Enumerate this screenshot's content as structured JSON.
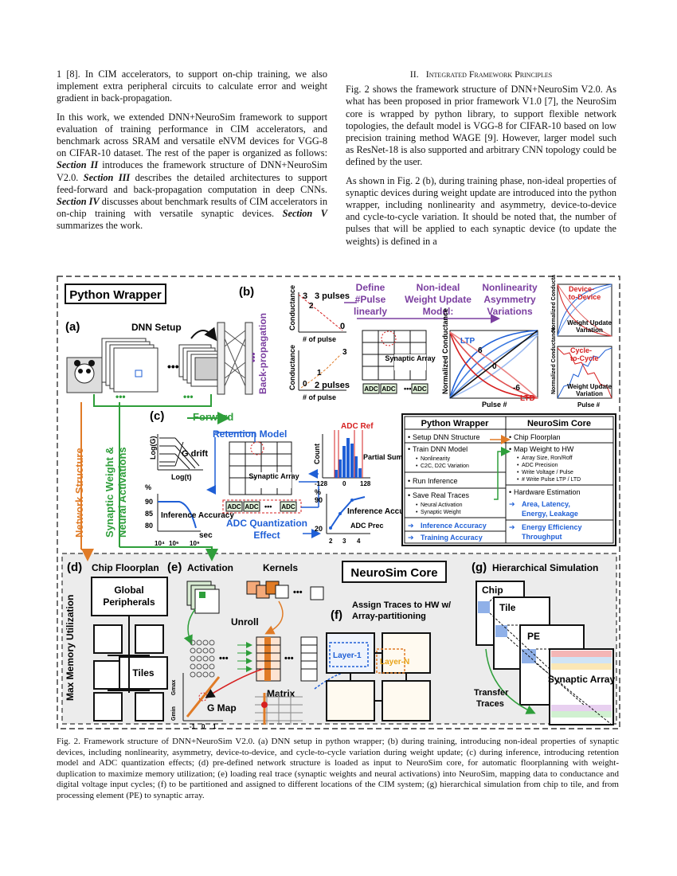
{
  "left_column": {
    "p1": "1 [8]. In CIM accelerators, to support on-chip training, we also implement extra peripheral circuits to calculate error and weight gradient in back-propagation.",
    "p2_a": "In this work, we extended DNN+NeuroSim framework to support evaluation of training performance in CIM accelerators, and benchmark across SRAM and versatile eNVM devices for VGG-8 on CIFAR-10 dataset. The rest of the paper is organized as follows: ",
    "sec2": "Section II",
    "p2_b": " introduces the framework structure of DNN+NeuroSim V2.0. ",
    "sec3": "Section III",
    "p2_c": " describes the detailed architectures to support feed-forward and back-propagation computation in deep CNNs. ",
    "sec4": "Section IV",
    "p2_d": " discusses about benchmark results of CIM accelerators in on-chip training with versatile synaptic devices. ",
    "sec5": "Section V",
    "p2_e": " summarizes the work."
  },
  "right_column": {
    "heading_num": "II.",
    "heading_text": "Integrated Framework Principles",
    "p1": "Fig. 2 shows the framework structure of DNN+NeuroSim V2.0. As what has been proposed in prior framework V1.0 [7], the NeuroSim core is wrapped by python library, to support flexible network topologies, the default model is VGG-8 for CIFAR-10 based on low precision training method WAGE [9]. However, larger model such as ResNet-18 is also supported and arbitrary CNN topology could be defined by the user.",
    "p2": "As shown in Fig. 2 (b), during training phase, non-ideal properties of synaptic devices during weight update are introduced into the python wrapper, including nonlinearity and asymmetry, device-to-device and cycle-to-cycle variation. It should be noted that, the number of pulses that will be applied to each synaptic device (to update the weights) is defined in a"
  },
  "figure": {
    "python_wrapper_title": "Python Wrapper",
    "label_a": "(a)",
    "label_b": "(b)",
    "label_c": "(c)",
    "label_d": "(d)",
    "label_e": "(e)",
    "label_f": "(f)",
    "label_g": "(g)",
    "dnn_setup": "DNN Setup",
    "back_propagation": "Back-propagation",
    "forward": "Forward",
    "network_structure": "Network Structure",
    "synaptic_weight_1": "Synaptic Weight &",
    "synaptic_weight_2": "Neural Activations",
    "pulses_3": "3 pulses",
    "pulses_2": "2 pulses",
    "conductance": "Conductance",
    "num_pulse": "# of pulse",
    "define_1": "Define",
    "define_2": "#Pulse",
    "define_3": "linearly",
    "nonideal_1": "Non-ideal",
    "nonideal_2": "Weight Update",
    "nonideal_3": "Model:",
    "nonlin_1": "Nonlinearity",
    "nonlin_2": "Asymmetry",
    "nonlin_3": "Variations",
    "synaptic_array": "Synaptic Array",
    "adc": "ADC",
    "ltp": "LTP",
    "ltd": "LTD",
    "norm_conductance": "Normalized Conductance",
    "pulse_num": "Pulse #",
    "d2d_1": "Device-",
    "d2d_2": "to-Device",
    "c2c_1": "Cycle-",
    "c2c_2": "to-Cycle",
    "weight_update_var_1": "Weight Update",
    "weight_update_var_2": "Variation",
    "retention_model": "Retention Model",
    "log_g": "Log(G)",
    "log_t": "Log(t)",
    "g_drift": "G drift",
    "pct": "%",
    "pct_90": "90",
    "pct_85": "85",
    "pct_80": "80",
    "inference_accuracy": "Inference Accuracy",
    "sec": "sec",
    "t104": "10⁴",
    "t106": "10⁶",
    "t109": "10⁹",
    "adc_quant_1": "ADC Quantization",
    "adc_quant_2": "Effect",
    "adc_ref": "ADC Ref",
    "count": "Count",
    "partial_sum": "Partial Sum",
    "hist_m128": "-128",
    "hist_0": "0",
    "hist_128": "128",
    "adc_prec": "ADC Prec",
    "acc_90": "90",
    "acc_20": "20",
    "prec_2": "2",
    "prec_3": "3",
    "prec_4": "4",
    "table_head_left": "Python Wrapper",
    "table_head_right": "NeuroSim Core",
    "tl_1": "Setup DNN Structure",
    "tl_2": "Train DNN Model",
    "tl_2a": "Nonlinearity",
    "tl_2b": "C2C, D2C Variation",
    "tl_3": "Run Inference",
    "tl_4": "Save Real Traces",
    "tl_4a": "Neural Activation",
    "tl_4b": "Synaptic Weight",
    "tl_5": "Inference Accuracy",
    "tl_6": "Training Accuracy",
    "tr_1": "Chip Floorplan",
    "tr_2": "Map Weight to HW",
    "tr_2a": "Array Size, Ron/Roff",
    "tr_2b": "ADC Precision",
    "tr_2c": "Write Voltage / Pulse",
    "tr_2d": "# Write Pulse LTP / LTD",
    "tr_3": "Hardware Estimation",
    "tr_4": "Area, Latency,",
    "tr_4b": "Energy, Leakage",
    "tr_5": "Energy Efficiency",
    "tr_5b": "Throughput",
    "chip_floorplan": "Chip Floorplan",
    "global_peripherals_1": "Global",
    "global_peripherals_2": "Peripherals",
    "tiles": "Tiles",
    "max_memory": "Max Memory Utilization",
    "activation": "Activation",
    "kernels": "Kernels",
    "unroll": "Unroll",
    "matrix": "Matrix",
    "g_map": "G Map",
    "g_max": "Gmax",
    "g_min": "Gmin",
    "gm_m1": "-1",
    "gm_0": "0",
    "gm_1": "1",
    "neurosim_core": "NeuroSim Core",
    "assign_1": "Assign Traces to HW w/",
    "assign_2": "Array-partitioning",
    "layer_1": "Layer-1",
    "layer_n": "Layer-N",
    "hier_sim": "Hierarchical Simulation",
    "chip": "Chip",
    "tile": "Tile",
    "pe": "PE",
    "synaptic_array_2": "Synaptic Array",
    "transfer_1": "Transfer",
    "transfer_2": "Traces",
    "ltp_6": "6",
    "ltd_6": "-6",
    "zero": "0",
    "b_3": "3",
    "b_2": "2",
    "b_1": "1",
    "b_0": "0"
  },
  "caption": "Fig. 2.  Framework structure of DNN+NeuroSim V2.0. (a) DNN setup in python wrapper; (b) during training, introducing non-ideal properties of synaptic devices, including nonlinearity, asymmetry, device-to-device, and cycle-to-cycle variation during weight update; (c) during inference, introducing retention model and ADC quantization effects; (d) pre-defined network structure is loaded as input to NeuroSim core, for automatic floorplanning with weight-duplication to maximize memory utilization; (e) loading real trace (synaptic weights and neural activations) into NeuroSim, mapping data to conductance and digital voltage input cycles; (f) to be partitioned and assigned to different locations of the CIM system; (g) hierarchical simulation from chip to tile, and from processing element (PE) to synaptic array.",
  "colors": {
    "purple": "#7b3fa0",
    "blue": "#1f5fd6",
    "green": "#2e9e3a",
    "orange": "#e07b26",
    "red": "#d62020"
  }
}
